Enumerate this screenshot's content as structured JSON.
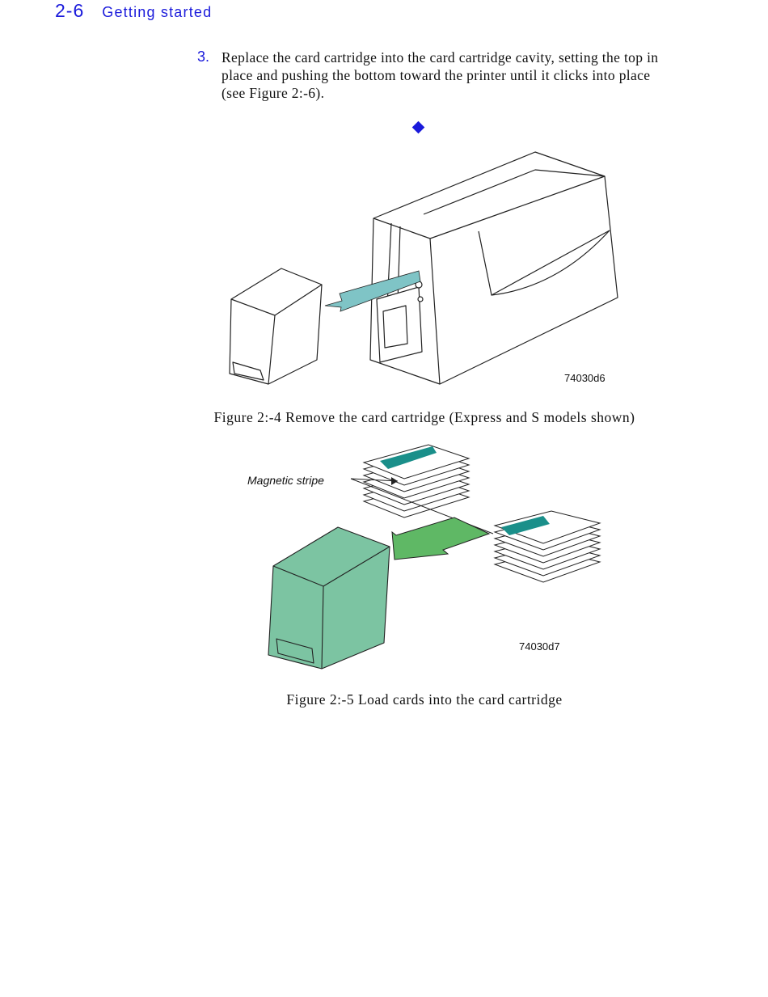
{
  "header": {
    "page_number": "2-6",
    "section_title": "Getting started"
  },
  "step": {
    "number": "3.",
    "text": "Replace the card cartridge into the card cartridge cavity, setting the top in place and pushing the bottom toward the printer until it clicks into place (see Figure 2:-6)."
  },
  "figure1": {
    "id": "74030d6",
    "caption": "Figure 2:-4 Remove the card cartridge (Express and S models shown)",
    "arrow_color": "#7fc4c6"
  },
  "figure2": {
    "id": "74030d7",
    "callout": "Magnetic stripe",
    "caption": "Figure 2:-5 Load cards into the card cartridge",
    "cartridge_color": "#7cc4a2",
    "arrow_color": "#5fb865",
    "card_text_color": "#1a8f8a"
  },
  "colors": {
    "accent": "#1a1adb"
  }
}
